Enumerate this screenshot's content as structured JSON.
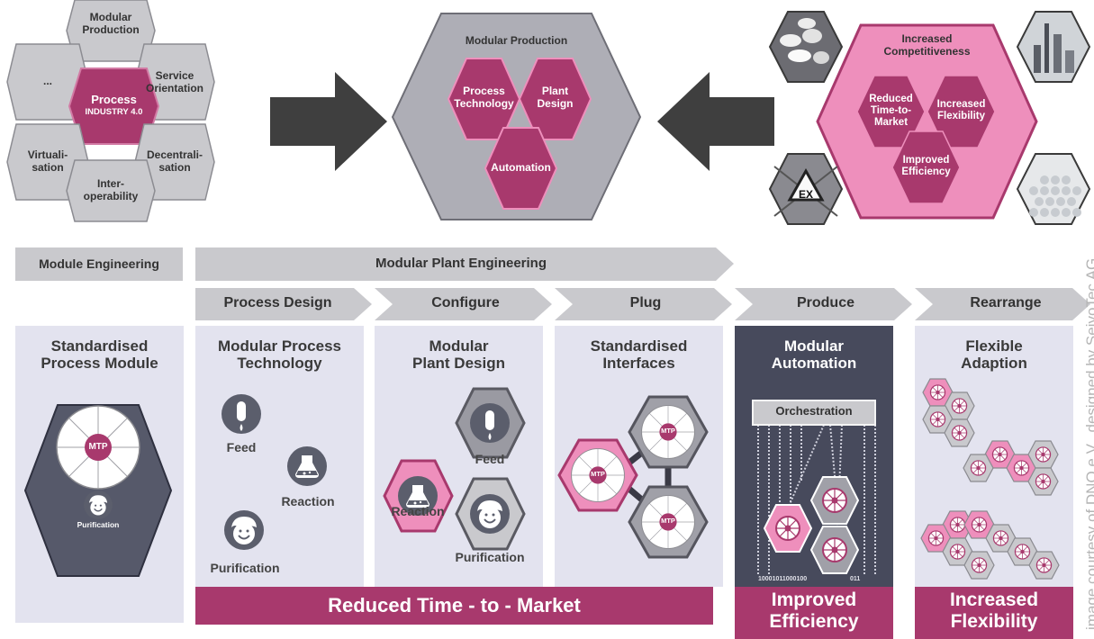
{
  "industry_cluster": {
    "center": "Process",
    "center_sub": "INDUSTRY 4.0",
    "top": "Modular\nProduction",
    "right_top": "Service\nOrientation",
    "right_bottom": "Decentrali-\nsation",
    "bottom": "Inter-\noperability",
    "left_bottom": "Virtuali-\nsation",
    "left_top": "..."
  },
  "modular_production": {
    "title": "Modular Production",
    "process_technology": "Process\nTechnology",
    "plant_design": "Plant\nDesign",
    "automation": "Automation"
  },
  "competitiveness": {
    "title": "Increased\nCompetitiveness",
    "time_to_market": "Reduced\nTime-to-\nMarket",
    "flexibility": "Increased\nFlexibility",
    "efficiency": "Improved\nEfficiency",
    "ex_sign": "EX"
  },
  "engineering": {
    "module": "Module Engineering",
    "plant": "Modular Plant Engineering"
  },
  "steps": [
    "Process Design",
    "Configure",
    "Plug",
    "Produce",
    "Rearrange"
  ],
  "columns": {
    "standard_module": "Standardised\nProcess Module",
    "process_tech": "Modular Process\nTechnology",
    "plant_design": "Modular\nPlant Design",
    "interfaces": "Standardised\nInterfaces",
    "automation": "Modular\nAutomation",
    "adaption": "Flexible\nAdaption"
  },
  "labels": {
    "mtp": "MTP",
    "purification": "Purification",
    "feed": "Feed",
    "reaction": "Reaction",
    "orchestration": "Orchestration",
    "binary": "10001011000100",
    "binary_end": "011"
  },
  "banners": {
    "time_to_market": "Reduced Time - to - Market",
    "efficiency": "Improved\nEfficiency",
    "flexibility": "Increased\nFlexibility"
  },
  "credit": "image courtesy of DNO e.V., designed by SeiyoTec AG",
  "colors": {
    "magenta": "#a8396d",
    "pink": "#ee8fbc",
    "grey_hex": "#c9c9cd",
    "dark_panel": "#474a5c",
    "column_bg": "#e3e3ef",
    "arrow": "#3f3f3f"
  }
}
